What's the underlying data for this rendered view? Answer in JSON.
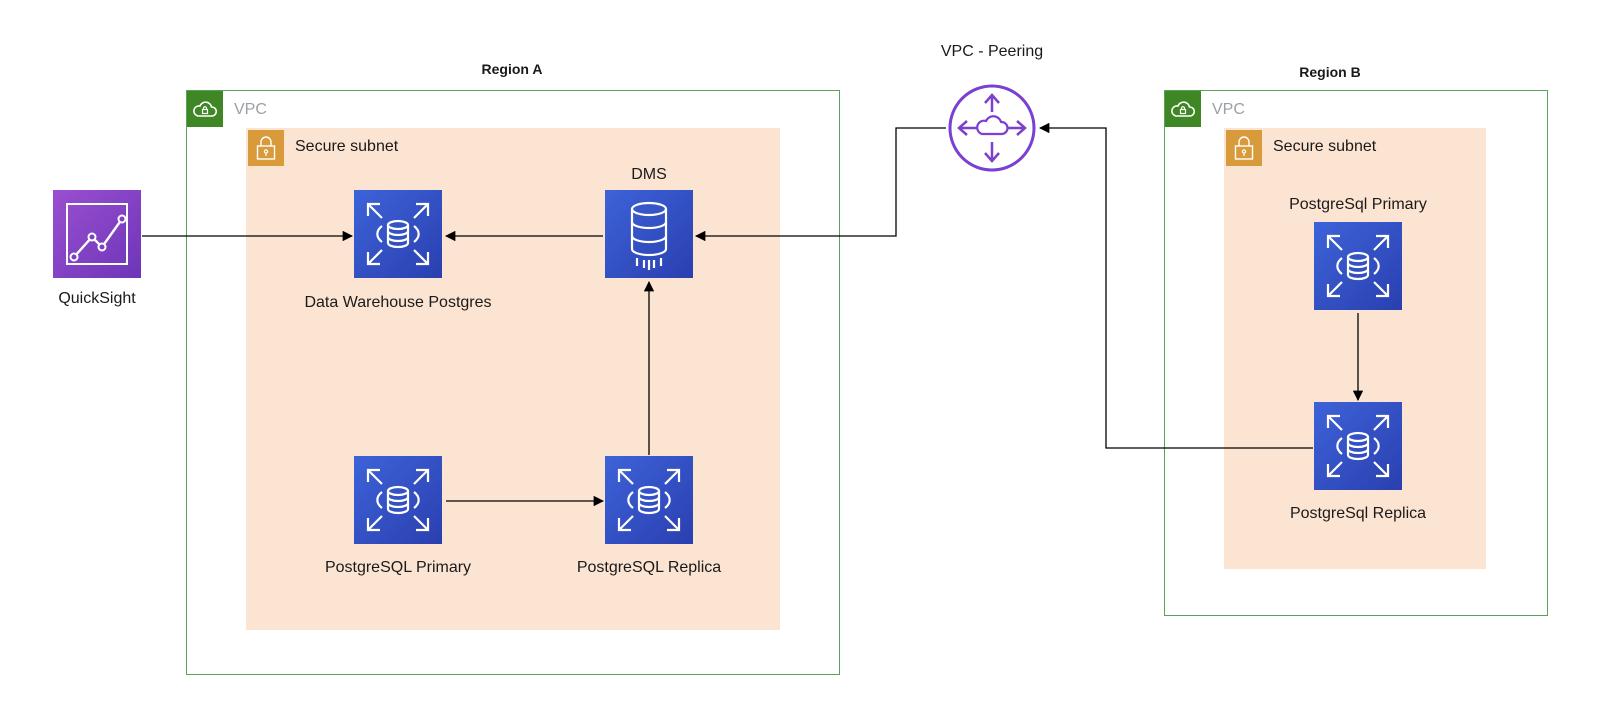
{
  "regions": {
    "a": {
      "title": "Region A",
      "vpc_label": "VPC",
      "subnet_label": "Secure subnet"
    },
    "b": {
      "title": "Region B",
      "vpc_label": "VPC",
      "subnet_label": "Secure subnet"
    }
  },
  "peering": {
    "label": "VPC - Peering"
  },
  "nodes": {
    "quicksight": "QuickSight",
    "data_warehouse": "Data Warehouse Postgres",
    "dms": "DMS",
    "a_primary": "PostgreSQL Primary",
    "a_replica": "PostgreSQL Replica",
    "b_primary": "PostgreSql Primary",
    "b_replica": "PostgreSql Replica"
  },
  "colors": {
    "vpc_border": "#5aa25a",
    "vpc_badge": "#3f8624",
    "subnet_fill": "#fce4d2",
    "lock_badge": "#d89a3a",
    "database_icon": "#2e48c4",
    "quicksight_icon": "#7d3fc4",
    "peering_icon": "#7b3fd1"
  }
}
